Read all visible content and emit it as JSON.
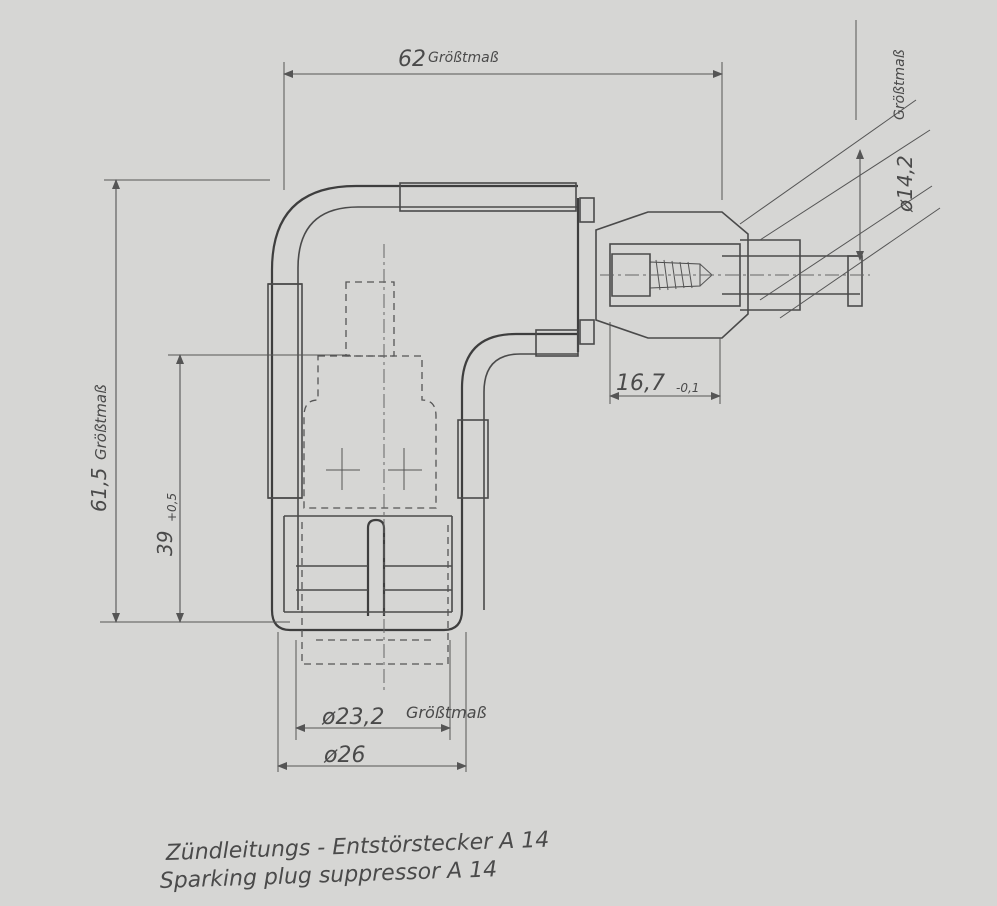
{
  "dimensions": {
    "overall_width": {
      "value": "62",
      "note": "Größtmaß"
    },
    "cable_diameter": {
      "value": "ø14,2",
      "note": "Größtmaß"
    },
    "overall_height": {
      "value": "61,5",
      "note": "Größtmaß"
    },
    "lower_height": {
      "value": "39",
      "tolerance": "+0,5"
    },
    "connector_length": {
      "value": "16,7",
      "tolerance": "-0,1"
    },
    "inner_diameter": {
      "value": "ø23,2",
      "note": "Größtmaß"
    },
    "outer_diameter": {
      "value": "ø26"
    }
  },
  "caption": {
    "german": "Zündleitungs - Entstörstecker  A 14",
    "english": "Sparking plug suppressor  A 14"
  },
  "colors": {
    "paper": "#d6d6d4",
    "ink": "#4a4a4a"
  }
}
